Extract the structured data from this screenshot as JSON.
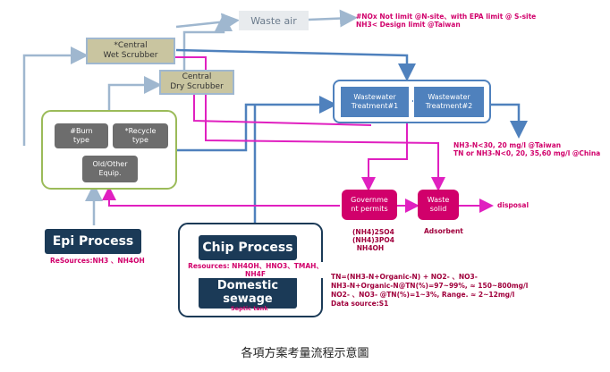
{
  "nodes": {
    "waste_air": "Waste air",
    "wet_scrubber": [
      "*Central",
      "Wet Scrubber"
    ],
    "dry_scrubber": [
      "Central",
      "Dry Scrubber"
    ],
    "burn_type": [
      "#Burn",
      "type"
    ],
    "recycle_type": [
      "*Recycle",
      "type"
    ],
    "old_equip": [
      "Old/Other",
      "Equip."
    ],
    "wwt1": [
      "Wastewater",
      "Treatment#1"
    ],
    "wwt2": [
      "Wastewater",
      "Treatment#2"
    ],
    "gov_permits": [
      "Governme",
      "nt permits"
    ],
    "waste_solid": [
      "Waste",
      "solid"
    ],
    "epi_process": "Epi Process",
    "chip_process": "Chip Process",
    "domestic_sewage": [
      "Domestic",
      "sewage"
    ],
    "septic_tank": "Septic tank",
    "disposal": "disposal",
    "adsorbent": "Adsorbent"
  },
  "notes": {
    "air_limits": [
      "#NOx Not limit @N-site、with EPA limit @ S-site",
      "NH3< Design limit @Taiwan"
    ],
    "water_limits": [
      "NH3-N<30, 20 mg/l @Taiwan",
      "TN or NH3-N<0, 20, 35,60 mg/l @China"
    ],
    "epi_resources": "ReSources:NH3 、NH4OH",
    "chip_resources": [
      "Resources: NH4OH、HNO3、TMAH、",
      "NH4F"
    ],
    "chemicals": [
      "(NH4)2SO4",
      "(NH4)3PO4",
      "NH4OH"
    ],
    "tn_formula": [
      "TN=(NH3-N+Organic-N) + NO2- 、NO3-",
      "NH3-N+Organic-N@TN(%)=97~99%, ≈ 150~800mg/l",
      "NO2- 、NO3- @TN(%)=1~3%, Range. ≈ 2~12mg/l",
      "Data source:S1"
    ]
  },
  "caption": "各項方案考量流程示意圖",
  "colors": {
    "arrow_blue": "#4f81bd",
    "arrow_lightblue": "#9fb7cf",
    "magenta": "#e020c0",
    "note_red": "#d1006b",
    "navy": "#1b3a57",
    "green": "#9bbb59"
  }
}
